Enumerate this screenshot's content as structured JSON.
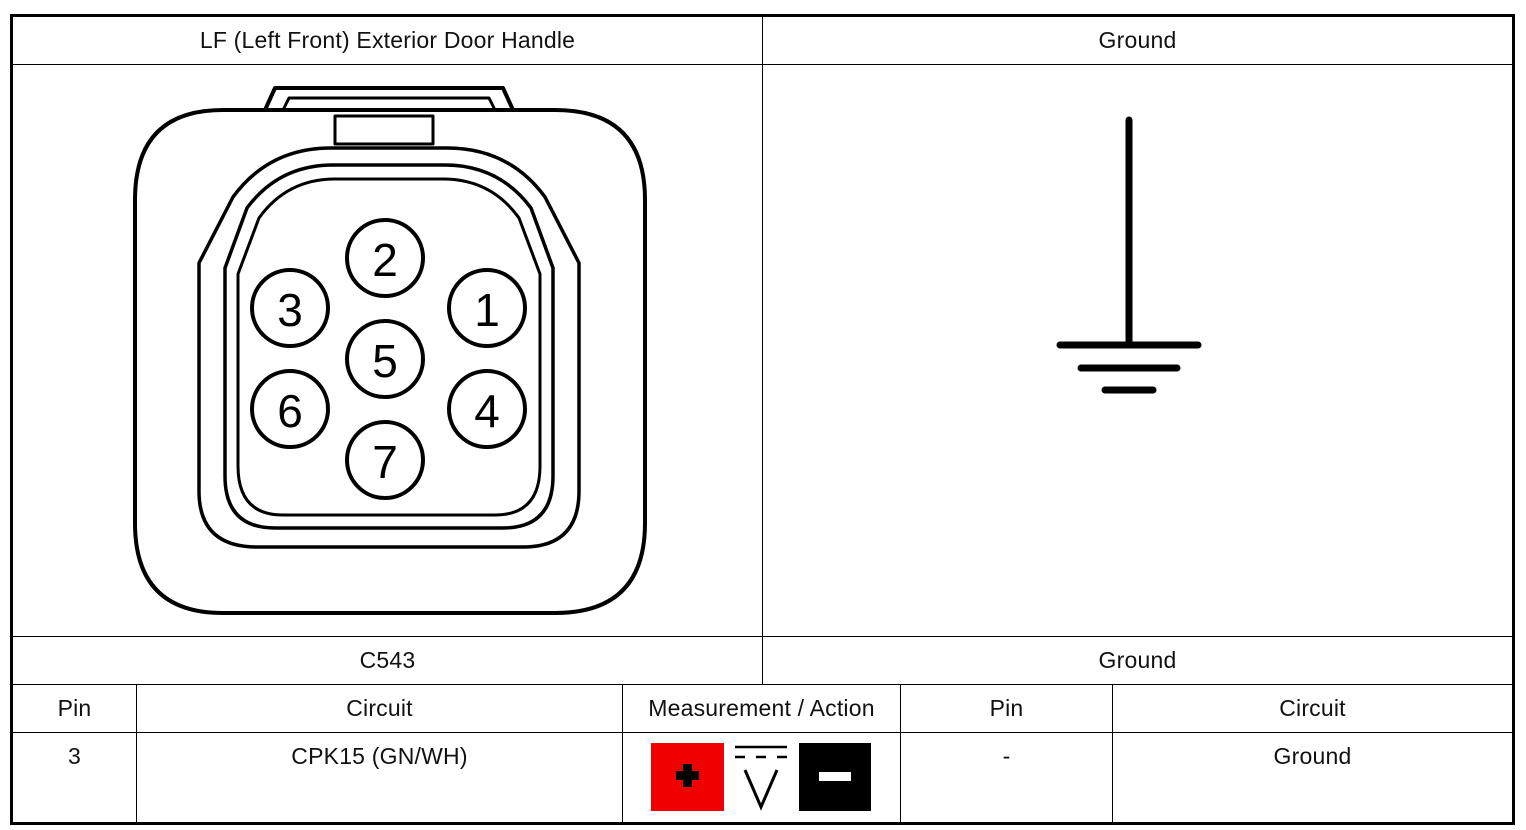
{
  "header": {
    "connector_title": "LF (Left Front) Exterior Door Handle",
    "ground_title": "Ground"
  },
  "connector": {
    "id": "C543",
    "pins": [
      "1",
      "2",
      "3",
      "4",
      "5",
      "6",
      "7"
    ]
  },
  "ground": {
    "label": "Ground"
  },
  "table": {
    "headers": {
      "pin": "Pin",
      "circuit": "Circuit",
      "measurement": "Measurement / Action",
      "pin2": "Pin",
      "circuit2": "Circuit"
    },
    "row": {
      "pin": "3",
      "circuit": "CPK15 (GN/WH)",
      "measurement_icons": [
        "positive-probe-icon",
        "dc-voltage-icon",
        "negative-probe-icon"
      ],
      "pin2": "-",
      "circuit2": "Ground"
    }
  },
  "colors": {
    "positive": "#f00000",
    "negative": "#000000",
    "line": "#000000"
  }
}
